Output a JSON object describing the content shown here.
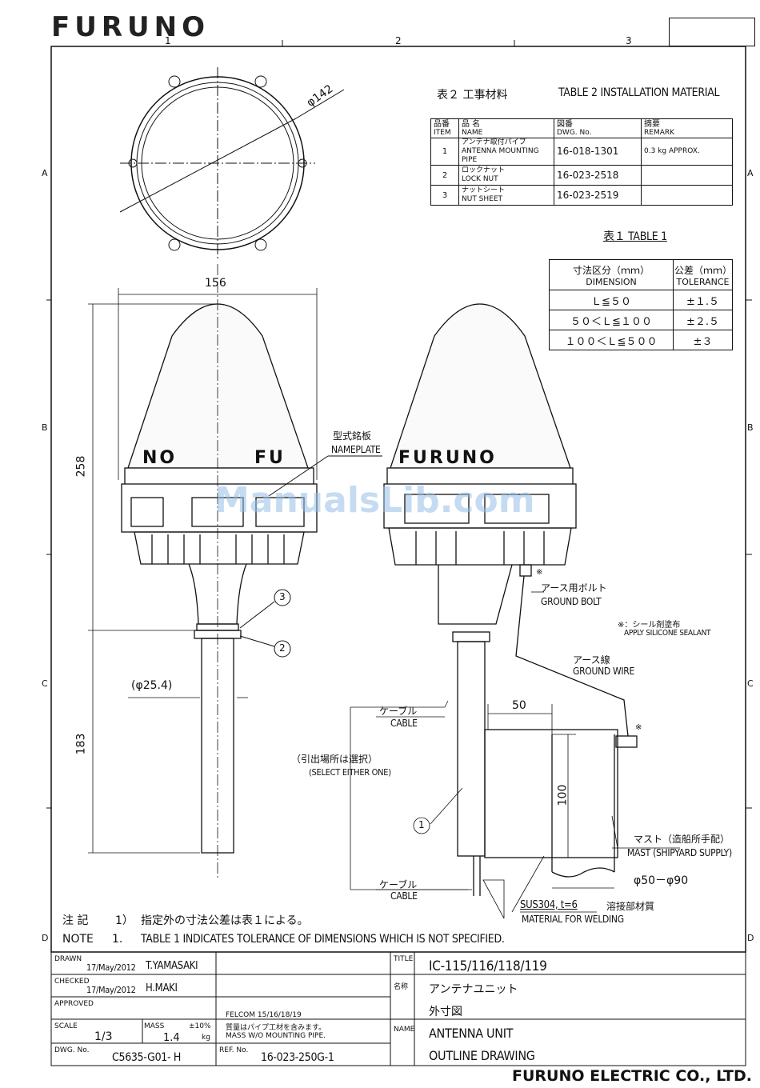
{
  "header": {
    "logo": "FURUNO",
    "zones_top": [
      "1",
      "2",
      "3"
    ],
    "zones_side": [
      "A",
      "B",
      "C",
      "D"
    ]
  },
  "watermark": "ManualsLib.com",
  "table2": {
    "title_jp": "表２ 工事材料",
    "title_en": "TABLE 2 INSTALLATION MATERIAL",
    "headers": {
      "item_jp": "品番",
      "item_en": "ITEM",
      "name_jp": "品 名",
      "name_en": "NAME",
      "dwg_jp": "図番",
      "dwg_en": "DWG. No.",
      "remark_jp": "摘要",
      "remark_en": "REMARK"
    },
    "rows": [
      {
        "item": "1",
        "name_jp": "アンテナ取付パイプ",
        "name_en": "ANTENNA MOUNTING PIPE",
        "dwg": "16-018-1301",
        "remark": "0.3 kg APPROX."
      },
      {
        "item": "2",
        "name_jp": "ロックナット",
        "name_en": "LOCK NUT",
        "dwg": "16-023-2518",
        "remark": ""
      },
      {
        "item": "3",
        "name_jp": "ナットシート",
        "name_en": "NUT SHEET",
        "dwg": "16-023-2519",
        "remark": ""
      }
    ]
  },
  "table1": {
    "title": "表１ TABLE 1",
    "header_dim_jp": "寸法区分（ｍｍ）",
    "header_dim_en": "DIMENSION",
    "header_tol_jp": "公差（ｍｍ）",
    "header_tol_en": "TOLERANCE",
    "rows": [
      {
        "dim": "Ｌ≦５０",
        "tol": "±１.５"
      },
      {
        "dim": "５０＜Ｌ≦１００",
        "tol": "±２.５"
      },
      {
        "dim": "１００＜Ｌ≦５００",
        "tol": "±３"
      }
    ]
  },
  "dims": {
    "dia142": "φ142",
    "w156": "156",
    "h258": "258",
    "dia25": "(φ25.4)",
    "h183": "183",
    "d50": "50",
    "d100": "100",
    "mast_dia": "φ50－φ90"
  },
  "callouts": {
    "c1": "1",
    "c2": "2",
    "c3": "3",
    "nameplate_jp": "型式銘板",
    "nameplate_en": "NAMEPLATE",
    "nameplate_text_left": "NO",
    "nameplate_text_right": "FU",
    "dome_logo": "FURUNO",
    "ground_bolt_jp": "アース用ボルト",
    "ground_bolt_en": "GROUND BOLT",
    "sealant_jp": "※：シール剤塗布",
    "sealant_en": "APPLY SILICONE SEALANT",
    "ground_wire_jp": "アース線",
    "ground_wire_en": "GROUND WIRE",
    "cable_jp_1": "ケーブル",
    "cable_en_1": "CABLE",
    "cable_jp_2": "ケーブル",
    "cable_en_2": "CABLE",
    "select_jp": "（引出場所は選択）",
    "select_en": "(SELECT EITHER ONE)",
    "mast_jp": "マスト（造船所手配）",
    "mast_en": "MAST (SHIPYARD SUPPLY)",
    "weld_jp_code": "SUS304, t=6",
    "weld_jp": "溶接部材質",
    "weld_en": "MATERIAL FOR WELDING",
    "star": "※"
  },
  "notes": {
    "label_jp": "注 記",
    "num_jp": "1）",
    "text_jp": "指定外の寸法公差は表１による。",
    "label_en": "NOTE",
    "num_en": "1.",
    "text_en": "TABLE 1 INDICATES TOLERANCE OF DIMENSIONS WHICH IS NOT SPECIFIED."
  },
  "title_block": {
    "drawn_label": "DRAWN",
    "drawn_date": "17/May/2012",
    "drawn_name": "T.YAMASAKI",
    "checked_label": "CHECKED",
    "checked_date": "17/May/2012",
    "checked_name": "H.MAKI",
    "approved_label": "APPROVED",
    "scale_label": "SCALE",
    "scale": "1/3",
    "mass_label": "MASS",
    "mass": "1.4",
    "mass_tol": "±10%",
    "mass_unit": "kg",
    "felcom": "FELCOM 15/16/18/19",
    "mass_note_jp": "質量はパイプ工材を含みます。",
    "mass_note_en": "MASS W/O MOUNTING PIPE.",
    "dwg_label": "DWG. No.",
    "dwg": "C5635-G01- H",
    "ref_label": "REF. No.",
    "ref": "16-023-250G-1",
    "title_label": "TITLE",
    "title": "IC-115/116/118/119",
    "name_jp_label": "名称",
    "name_jp": "アンテナユニット",
    "name_jp2": "外寸図",
    "name_label": "NAME",
    "name_en": "ANTENNA UNIT",
    "name_en2": "OUTLINE DRAWING"
  },
  "footer": "FURUNO ELECTRIC CO., LTD."
}
